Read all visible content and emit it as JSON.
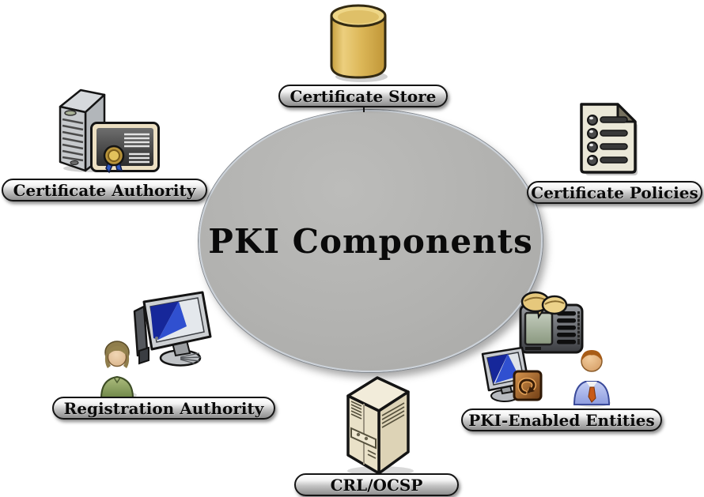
{
  "diagram": {
    "title": "PKI Components",
    "center_shape": "gray-ellipse",
    "connector": {
      "from": "certificate_store",
      "to": "center"
    }
  },
  "nodes": {
    "certificate_store": {
      "label": "Certificate Store",
      "icon": "database-cylinder-icon",
      "position": "top"
    },
    "certificate_authority": {
      "label": "Certificate Authority",
      "icon": "server-tower-and-certificate-icon",
      "position": "upper-left"
    },
    "certificate_policies": {
      "label": "Certificate Policies",
      "icon": "policy-checklist-document-icon",
      "position": "upper-right"
    },
    "pki_enabled_entities": {
      "label": "PKI-Enabled Entities",
      "icon": "server-workstation-and-user-icons",
      "position": "lower-right"
    },
    "crl_ocsp": {
      "label": "CRL/OCSP",
      "icon": "beige-server-tower-icon",
      "position": "bottom"
    },
    "registration_authority": {
      "label": "Registration Authority",
      "icon": "operator-and-monitor-icon",
      "position": "lower-left"
    }
  },
  "colors": {
    "background": "#ffffff",
    "ellipse_fill": "#b2b2b0",
    "ellipse_border": "#ccd2d9",
    "label_gradient_top": "#ffffff",
    "label_gradient_bottom": "#8e8e8e",
    "label_border": "#141414",
    "text": "#0a0a0a",
    "database_gold": "#dcb758",
    "monitor_screen_blue": "#2238b0",
    "sync_badge_orange": "#c07a32",
    "person_shirt_green": "#8aa05c",
    "person_shirt_blue": "#a9b5ea"
  }
}
